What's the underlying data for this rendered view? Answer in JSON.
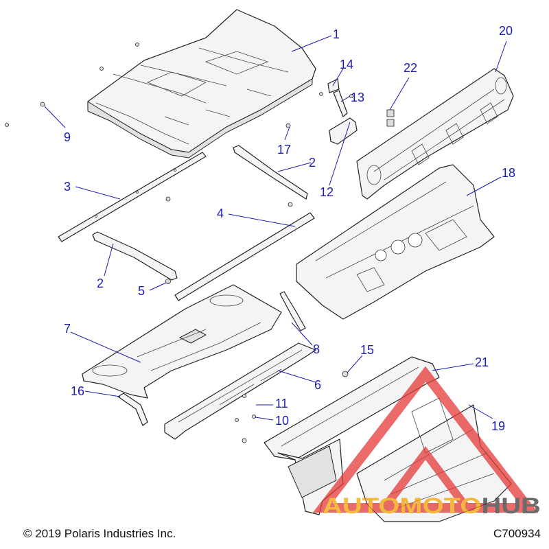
{
  "diagram": {
    "callouts": [
      "1",
      "2",
      "3",
      "4",
      "5",
      "7",
      "8",
      "9",
      "12",
      "13",
      "14",
      "17",
      "18",
      "20",
      "22",
      "6",
      "16",
      "10",
      "11",
      "15",
      "21",
      "19",
      "2"
    ],
    "copyright": "© 2019 Polaris Industries Inc.",
    "drawing_number": "C700934",
    "watermark": "AUTOMOTOHUB",
    "colors": {
      "callout": "#1a1ab0",
      "outline": "#222222",
      "watermark_red": "#e53a3a",
      "watermark_gold": "#f0a500"
    }
  }
}
